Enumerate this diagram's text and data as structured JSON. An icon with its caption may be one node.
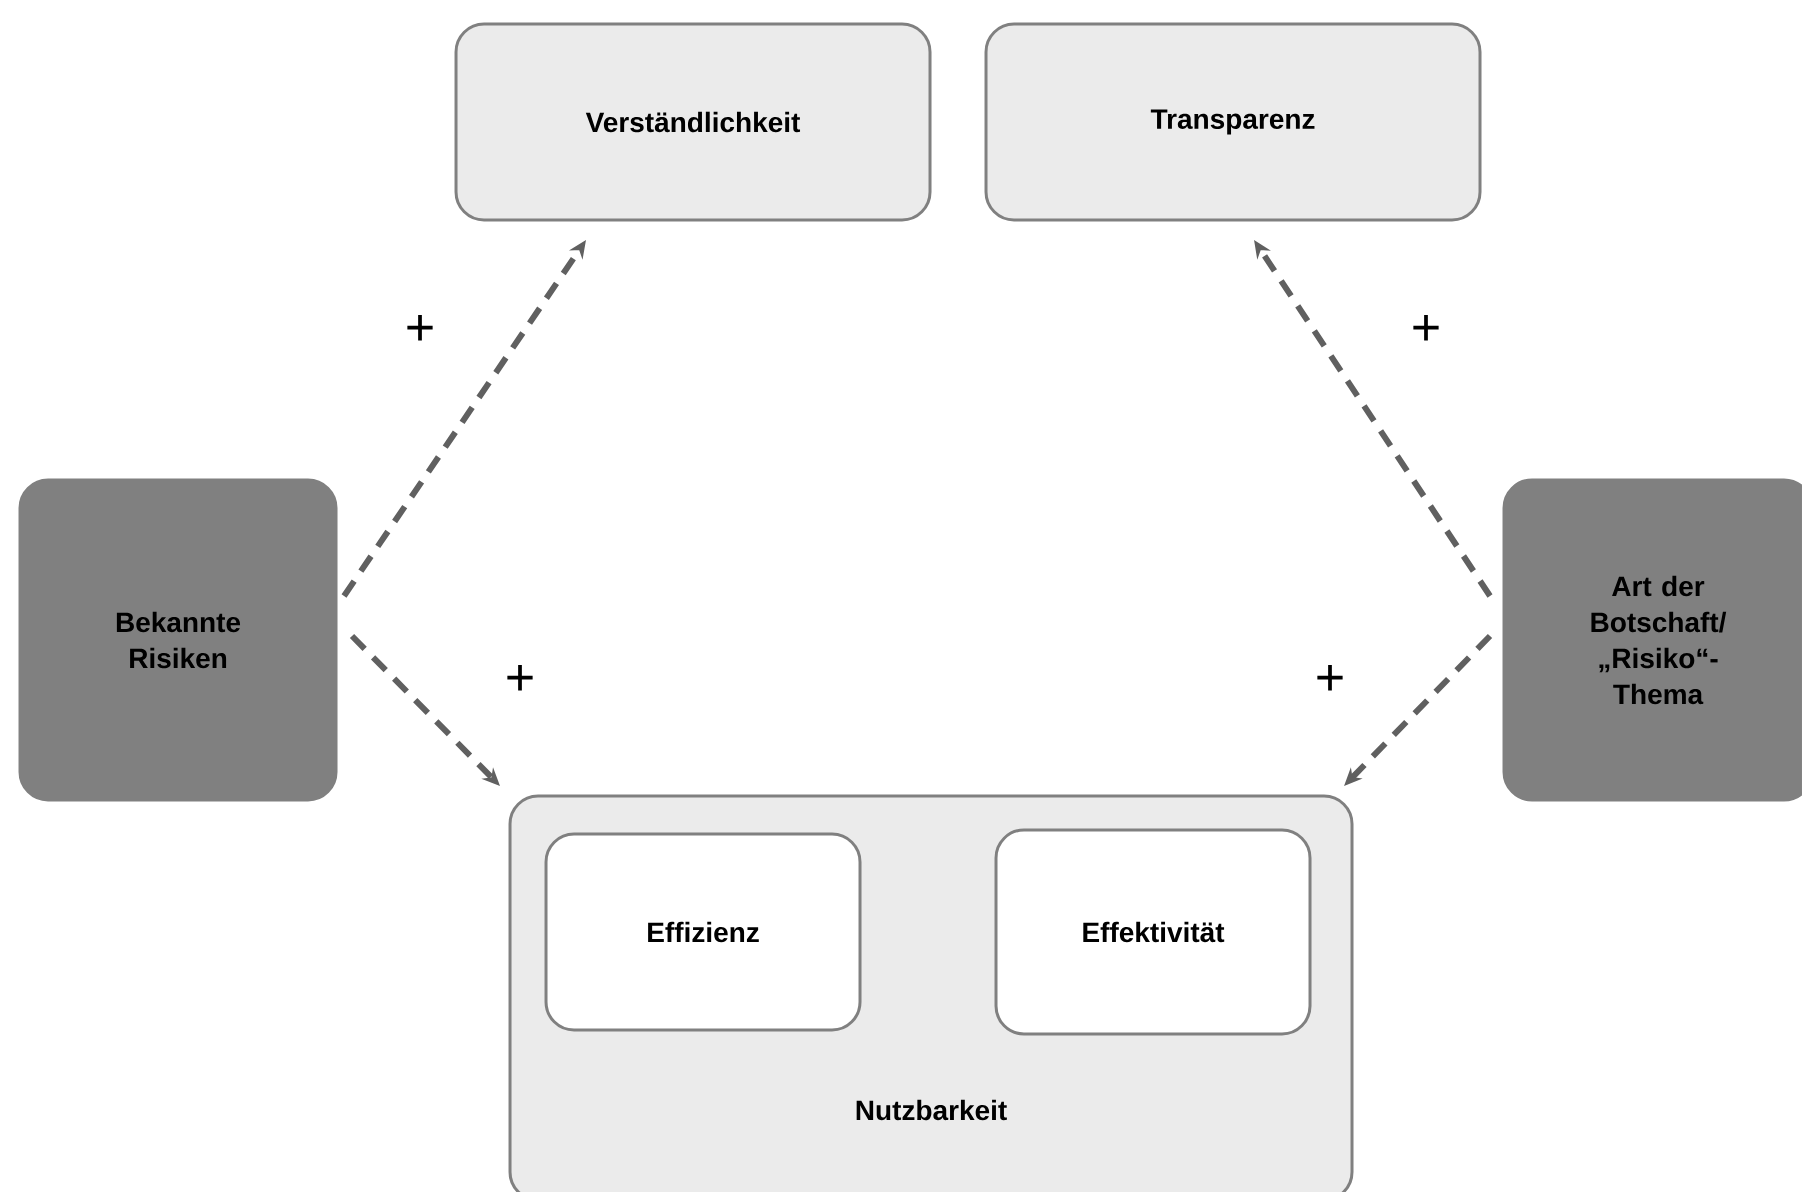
{
  "diagram": {
    "nodes": [
      {
        "text": [
          "Verständlichkeit"
        ]
      },
      {
        "text": [
          "Transparenz"
        ]
      },
      {
        "text": [
          "Bekannte Risiken"
        ]
      },
      {
        "text": [
          "Art der Botschaft/ „Risiko“-Thema"
        ]
      },
      {
        "text": [
          "Nutzbarkeit"
        ]
      },
      {
        "text": [
          "Effizienz"
        ],
        "in": 4
      },
      {
        "text": [
          "Effektivität"
        ],
        "in": 4
      }
    ],
    "edges": [
      {
        "from": 2,
        "to": 0,
        "arrow": "to",
        "style": "dashed",
        "label": "+"
      },
      {
        "from": 3,
        "to": 1,
        "arrow": "to",
        "style": "dashed",
        "label": "+"
      },
      {
        "from": 2,
        "to": 4,
        "arrow": "to",
        "style": "dashed",
        "label": "+"
      },
      {
        "from": 3,
        "to": 4,
        "arrow": "to",
        "style": "dashed",
        "label": "+"
      }
    ]
  }
}
